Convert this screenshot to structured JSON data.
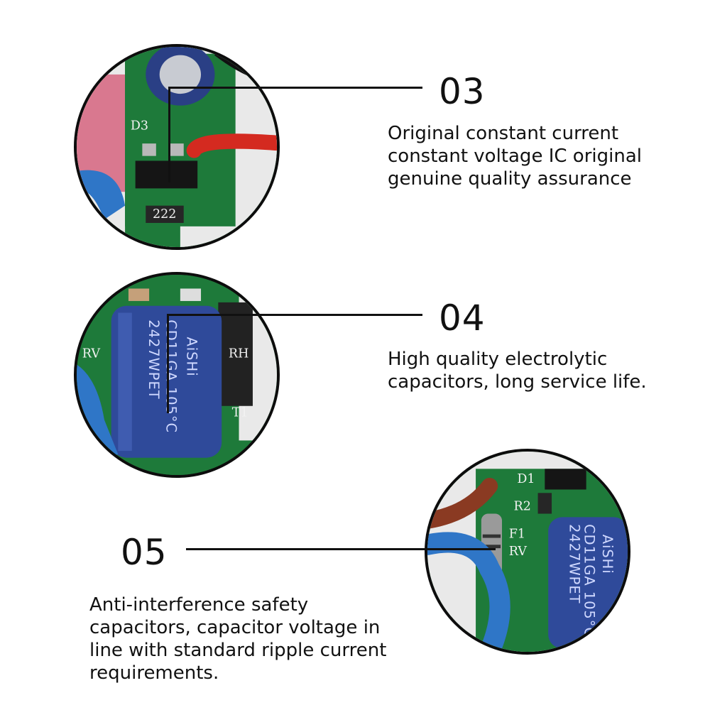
{
  "sections": [
    {
      "number": "03",
      "description": "Original constant current\nconstant voltage IC original\ngenuine quality assurance",
      "pcb_labels": [
        "D3",
        "222"
      ]
    },
    {
      "number": "04",
      "description": "High quality electrolytic\ncapacitors, long service life.",
      "pcb_labels": [
        "RV",
        "RH",
        "T1"
      ],
      "capacitor_print": [
        "AiSHi",
        "CD11GA 105°C",
        "2427WPET"
      ]
    },
    {
      "number": "05",
      "description": "Anti-interference safety\ncapacitors, capacitor voltage in\nline with standard ripple current\nrequirements.",
      "pcb_labels": [
        "D1",
        "R2",
        "F1",
        "RV"
      ],
      "capacitor_print": [
        "AiSHi",
        "CD11GA 105°C",
        "2427WPET"
      ]
    }
  ],
  "colors": {
    "pcb": "#1e7a3a",
    "capacitor": "#2f4a9a",
    "wire_red": "#d42a20",
    "wire_blue": "#2f76c7",
    "wire_brown": "#8a3a22",
    "text": "#111111"
  }
}
